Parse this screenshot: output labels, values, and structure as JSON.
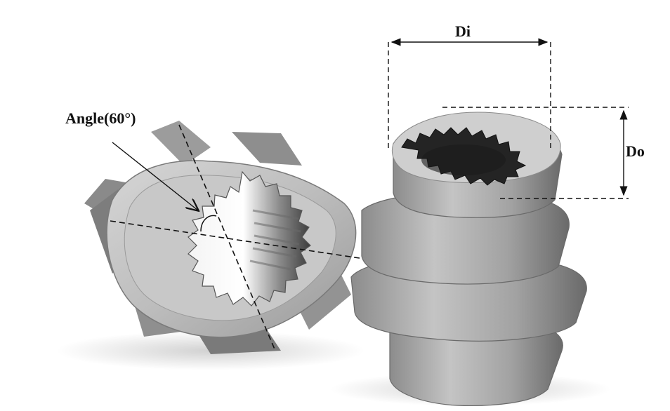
{
  "annotations": {
    "angle_label": "Angle(60°)",
    "di_label": "Di",
    "do_label": "Do"
  },
  "colors": {
    "background": "#ffffff",
    "metal_light": "#c9c9c9",
    "metal_mid": "#a3a3a3",
    "metal_dark": "#6e6e6e",
    "bore_dark": "#2a2a2a",
    "annotation": "#111111"
  }
}
